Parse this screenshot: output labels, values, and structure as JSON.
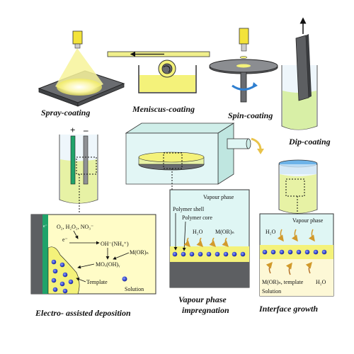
{
  "captions": {
    "spray": "Spray-coating",
    "meniscus": "Meniscus-coating",
    "spin": "Spin-coating",
    "dip": "Dip-coating",
    "electro": "Electro- assisted deposition",
    "vapour_line1": "Vapour phase",
    "vapour_line2": "impregnation",
    "interface": "Interface growth"
  },
  "electro_panel": {
    "electrode_label": "e⁻",
    "plus": "+",
    "minus": "–",
    "reagents": "O₂, H₂O₂, NO₃⁻",
    "electron": "e⁻",
    "hydroxide": "OH⁻(NH₄⁺)",
    "precursor": "M(OR)ₙ",
    "product": "MOₓ(OH)ᵧ",
    "template": "Template",
    "solution": "Solution"
  },
  "vapour_panel": {
    "phase": "Vapour phase",
    "shell": "Polymer shell",
    "core": "Polymer core",
    "water": "H₂O",
    "precursor": "M(OR)ₙ"
  },
  "interface_panel": {
    "phase": "Vapour phase",
    "water_top": "H₂O",
    "precursor": "M(OR)ₙ, template",
    "water_bottom": "H₂O",
    "solution": "Solution"
  },
  "colors": {
    "solution_yellow": "#f4f27a",
    "liquid_green": "#d8efa6",
    "vapour_cyan": "#dff6f4",
    "substrate_gray": "#5d5f62",
    "electrode_green": "#1fa36a",
    "sphere_blue": "#2f40c8",
    "arrow_orange": "#d29a2c",
    "lid_blue": "#6db3e8"
  }
}
